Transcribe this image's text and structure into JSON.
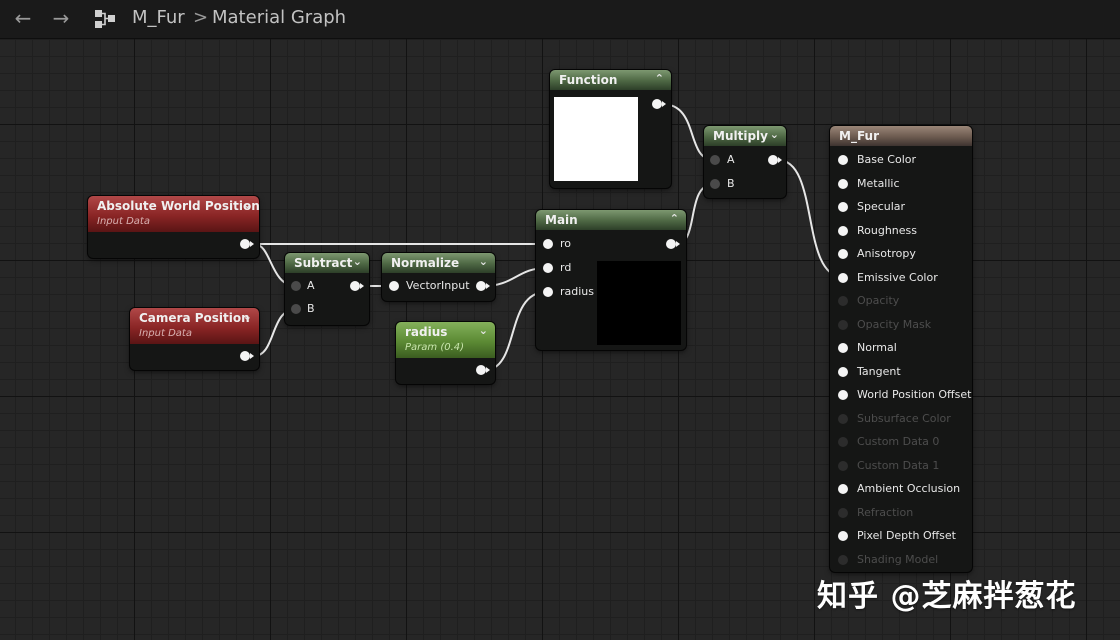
{
  "toolbar": {
    "back_icon": "arrow-left-icon",
    "forward_icon": "arrow-right-icon",
    "graph_icon": "node-graph-icon",
    "asset_name": "M_Fur",
    "separator": ">",
    "graph_name": "Material Graph"
  },
  "nodes": {
    "function": {
      "title": "Function"
    },
    "multiply": {
      "title": "Multiply",
      "pin_a": "A",
      "pin_b": "B"
    },
    "absolute_world_position": {
      "title": "Absolute World Position",
      "subtitle": "Input Data"
    },
    "camera_position": {
      "title": "Camera Position",
      "subtitle": "Input Data"
    },
    "subtract": {
      "title": "Subtract",
      "pin_a": "A",
      "pin_b": "B"
    },
    "normalize": {
      "title": "Normalize",
      "pin_input": "VectorInput"
    },
    "main": {
      "title": "Main",
      "pin_ro": "ro",
      "pin_rd": "rd",
      "pin_radius": "radius"
    },
    "radius_param": {
      "title": "radius",
      "subtitle": "Param (0.4)"
    },
    "m_fur": {
      "title": "M_Fur",
      "inputs": [
        {
          "label": "Base Color",
          "enabled": true
        },
        {
          "label": "Metallic",
          "enabled": true
        },
        {
          "label": "Specular",
          "enabled": true
        },
        {
          "label": "Roughness",
          "enabled": true
        },
        {
          "label": "Anisotropy",
          "enabled": true
        },
        {
          "label": "Emissive Color",
          "enabled": true,
          "connected": true
        },
        {
          "label": "Opacity",
          "enabled": false
        },
        {
          "label": "Opacity Mask",
          "enabled": false
        },
        {
          "label": "Normal",
          "enabled": true
        },
        {
          "label": "Tangent",
          "enabled": true
        },
        {
          "label": "World Position Offset",
          "enabled": true
        },
        {
          "label": "Subsurface Color",
          "enabled": false
        },
        {
          "label": "Custom Data 0",
          "enabled": false
        },
        {
          "label": "Custom Data 1",
          "enabled": false
        },
        {
          "label": "Ambient Occlusion",
          "enabled": true
        },
        {
          "label": "Refraction",
          "enabled": false
        },
        {
          "label": "Pixel Depth Offset",
          "enabled": true
        },
        {
          "label": "Shading Model",
          "enabled": false
        }
      ]
    }
  },
  "watermark": "知乎 @芝麻拌葱花",
  "colors": {
    "grid_background": "#262626",
    "node_body": "#151615",
    "header_green": "#4d6743",
    "header_red": "#8a2525",
    "header_param": "#5b8a34",
    "header_result": "#6c5a4f",
    "wire": "#e6e6e6"
  }
}
